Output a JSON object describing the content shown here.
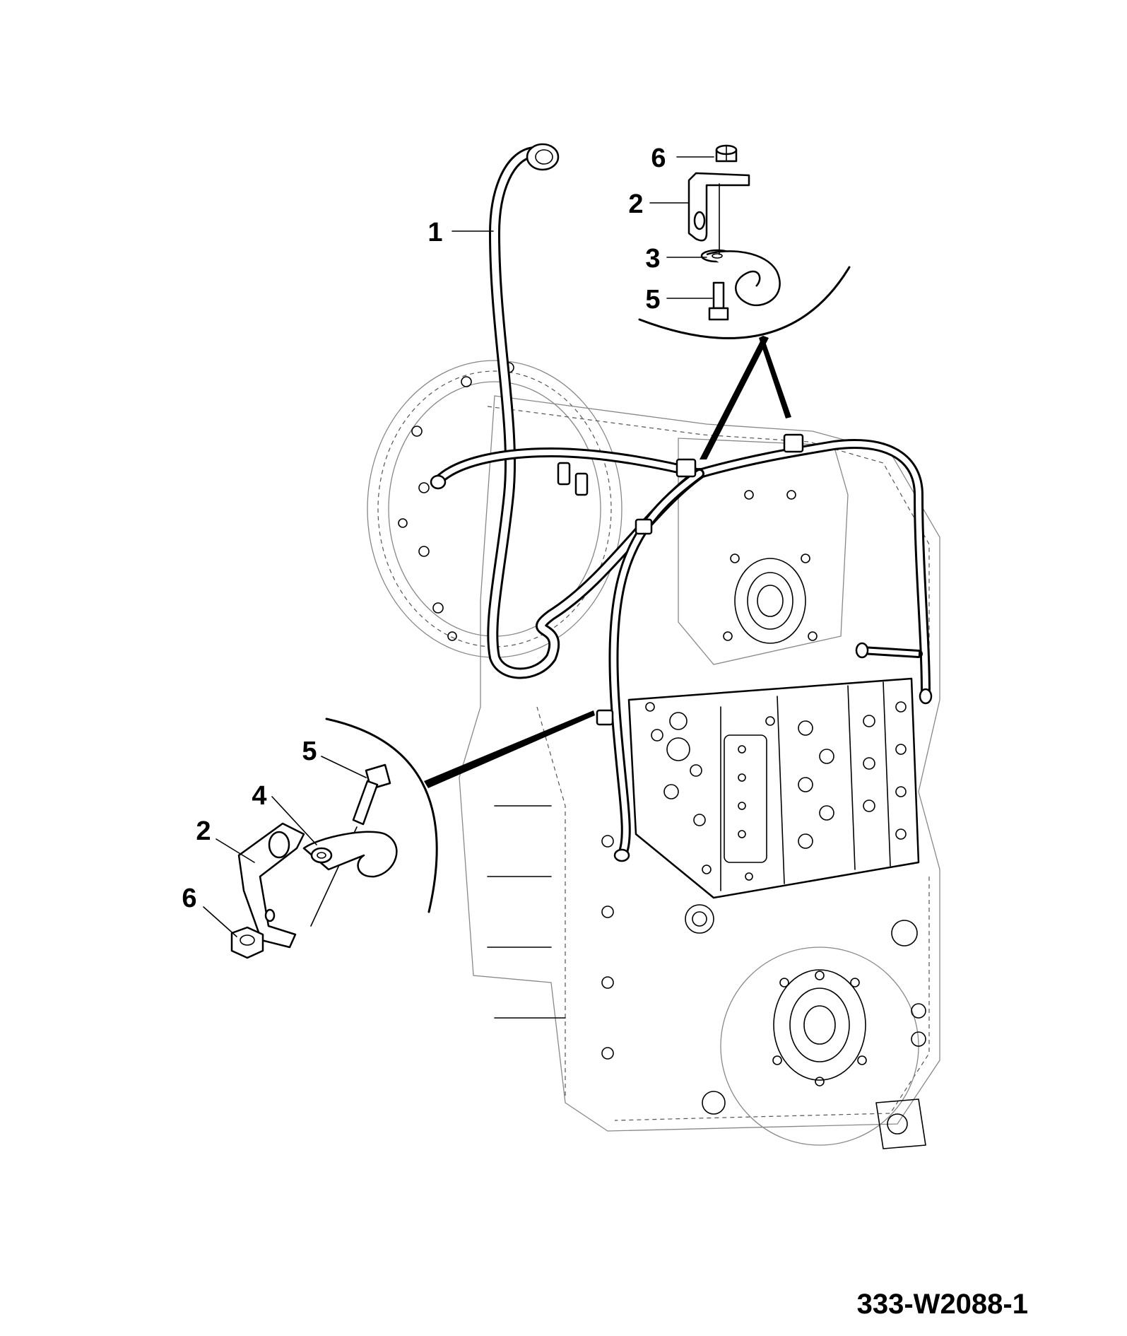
{
  "drawing_id": "333-W2088-1",
  "callouts": {
    "top_detail": [
      {
        "number": "6",
        "part": "nut"
      },
      {
        "number": "2",
        "part": "bracket"
      },
      {
        "number": "3",
        "part": "p-clip"
      },
      {
        "number": "5",
        "part": "bolt"
      }
    ],
    "main": [
      {
        "number": "1",
        "part": "hose"
      }
    ],
    "left_detail": [
      {
        "number": "5",
        "part": "bolt"
      },
      {
        "number": "4",
        "part": "p-clip"
      },
      {
        "number": "2",
        "part": "bracket"
      },
      {
        "number": "6",
        "part": "nut"
      }
    ]
  }
}
